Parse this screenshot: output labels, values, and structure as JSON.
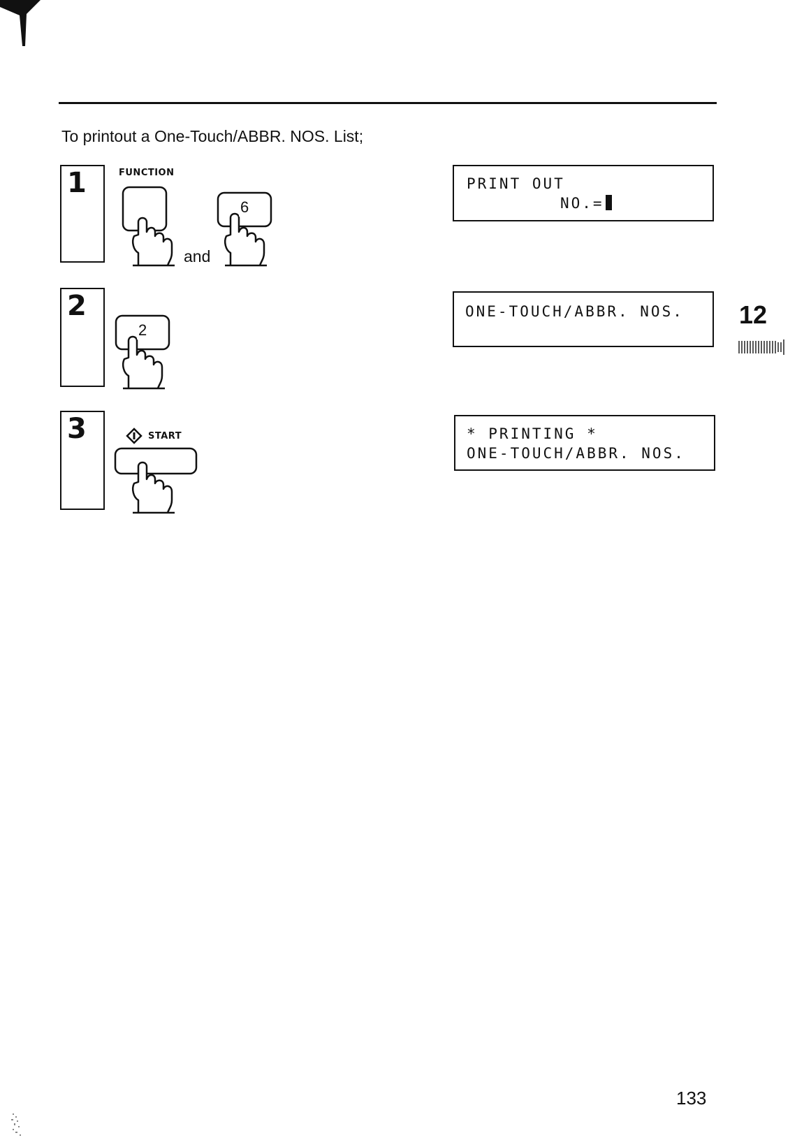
{
  "intro_text": "To printout a One-Touch/ABBR. NOS. List;",
  "steps": [
    {
      "number": "1",
      "key_label": "FUNCTION",
      "key2_label": "6",
      "joiner": "and"
    },
    {
      "number": "2",
      "key_label": "2"
    },
    {
      "number": "3",
      "key_label": "START"
    }
  ],
  "displays": [
    {
      "line1": "PRINT OUT",
      "line2": "NO.="
    },
    {
      "line1": "ONE-TOUCH/ABBR. NOS.",
      "line2": ""
    },
    {
      "line1": "* PRINTING *",
      "line2": "ONE-TOUCH/ABBR. NOS."
    }
  ],
  "chapter_number": "12",
  "page_number": "133"
}
